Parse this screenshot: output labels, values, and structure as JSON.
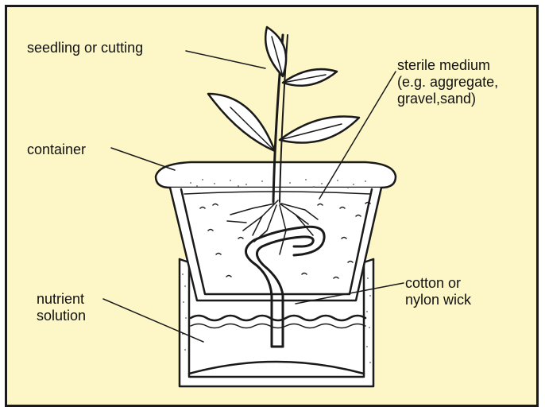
{
  "labels": {
    "seedling": "seedling or cutting",
    "container": "container",
    "sterile_medium": [
      "sterile medium",
      "(e.g. aggregate,",
      "gravel,sand)"
    ],
    "wick": [
      "cotton or",
      "nylon wick"
    ],
    "nutrient": [
      "nutrient",
      "solution"
    ]
  },
  "colors": {
    "background": "#fdf6c6",
    "ink": "#1a1a1a",
    "leaf": "#ffffff"
  }
}
